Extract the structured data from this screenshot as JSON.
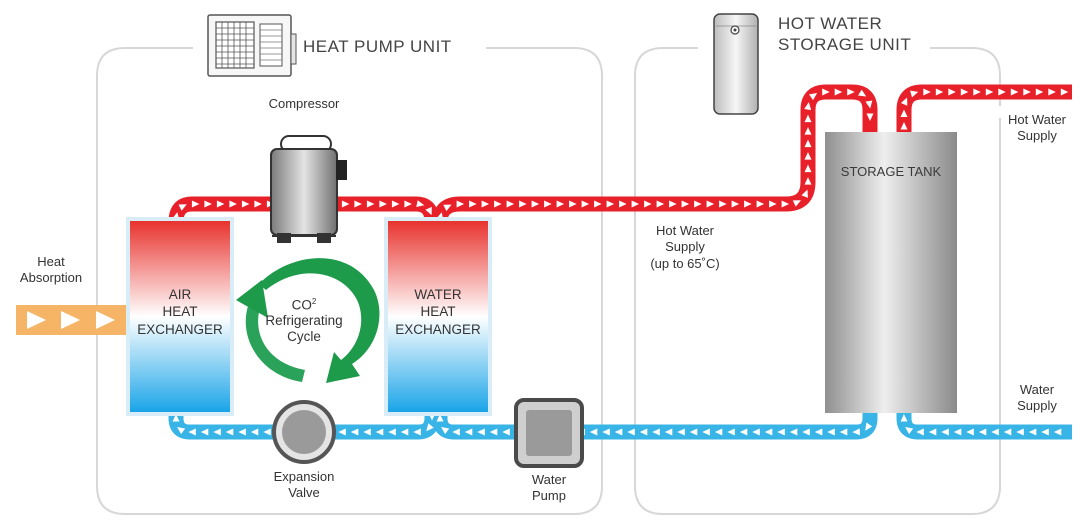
{
  "heat_pump_unit": {
    "title": "HEAT PUMP UNIT"
  },
  "storage_unit": {
    "title_line1": "HOT WATER",
    "title_line2": "STORAGE UNIT"
  },
  "compressor": {
    "label": "Compressor"
  },
  "heat_absorption": {
    "line1": "Heat",
    "line2": "Absorption"
  },
  "air_exchanger": {
    "line1": "AIR",
    "line2": "HEAT",
    "line3": "EXCHANGER"
  },
  "water_exchanger": {
    "line1": "WATER",
    "line2": "HEAT",
    "line3": "EXCHANGER"
  },
  "refrigerating_cycle": {
    "line1": "CO",
    "sup": "2",
    "line2": "Refrigerating",
    "line3": "Cycle"
  },
  "hot_water_supply_mid": {
    "line1": "Hot Water",
    "line2": "Supply",
    "line3": "(up to 65˚C)"
  },
  "storage_tank": {
    "label": "STORAGE TANK"
  },
  "hot_water_supply_out": {
    "line1": "Hot Water",
    "line2": "Supply"
  },
  "water_supply_in": {
    "line1": "Water",
    "line2": "Supply"
  },
  "expansion_valve": {
    "line1": "Expansion",
    "line2": "Valve"
  },
  "water_pump": {
    "line1": "Water",
    "line2": "Pump"
  },
  "colors": {
    "hot_pipe": "#e8202a",
    "cold_pipe": "#38b4e6",
    "heat_arrow": "#f6b466",
    "cycle_green": "#1d9a4a"
  }
}
